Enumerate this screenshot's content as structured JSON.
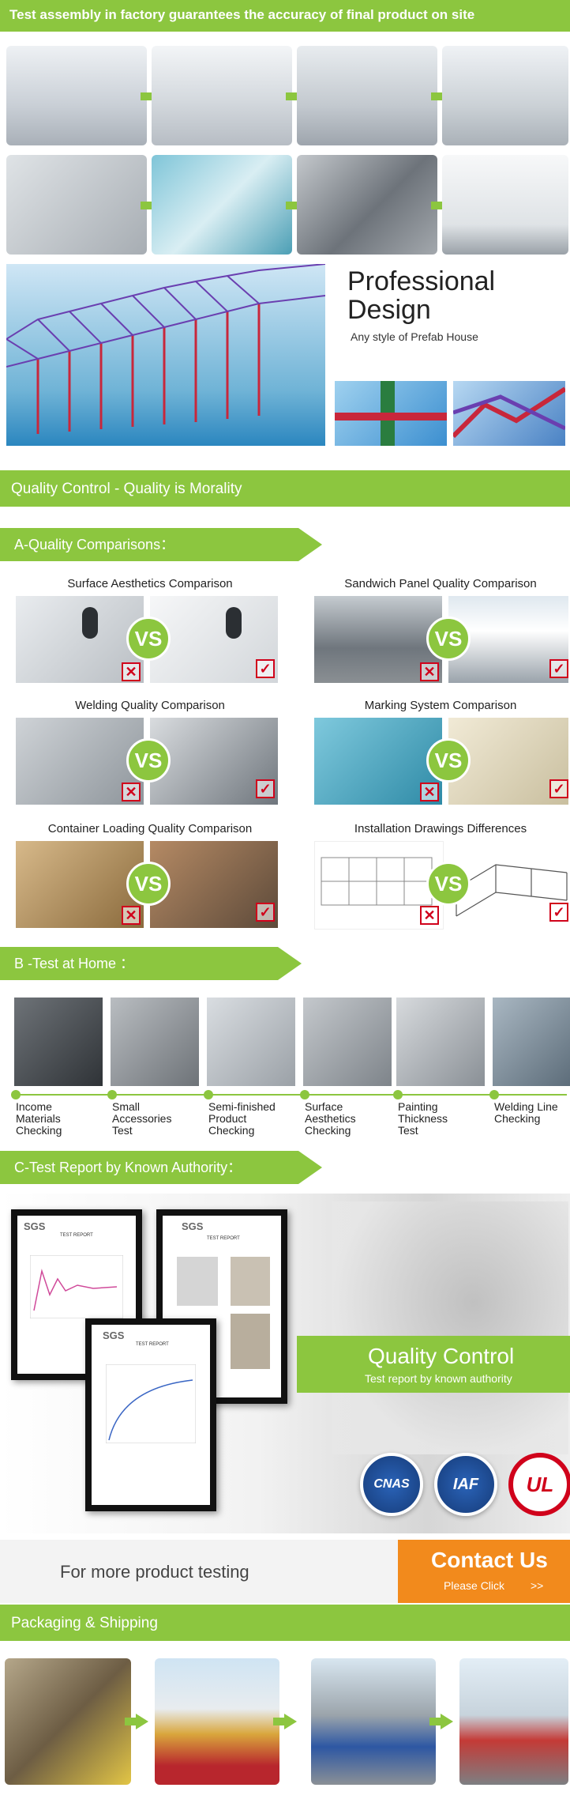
{
  "top_header": {
    "title": "Test assembly in factory guarantees the accuracy of final product on site"
  },
  "design": {
    "title_line1": "Professional",
    "title_line2": "Design",
    "subtitle": "Any style of Prefab House"
  },
  "quality_bar": {
    "title": "Quality Control - Quality is Morality"
  },
  "section_a": {
    "title": "A-Quality Comparisons："
  },
  "comparisons": [
    {
      "title": "Surface Aesthetics Comparison"
    },
    {
      "title": "Sandwich Panel Quality Comparison"
    },
    {
      "title": "Welding Quality Comparison"
    },
    {
      "title": "Marking System Comparison"
    },
    {
      "title": "Container Loading Quality Comparison"
    },
    {
      "title": "Installation Drawings Differences"
    }
  ],
  "vs_label": "VS",
  "x_glyph": "✕",
  "check_glyph": "✓",
  "section_b": {
    "title": "B -Test at Home  ："
  },
  "home_tests": [
    {
      "line1": "Income",
      "line2": "Materials",
      "line3": "Checking"
    },
    {
      "line1": "Small",
      "line2": "Accessories",
      "line3": "Test"
    },
    {
      "line1": "Semi-finished",
      "line2": "Product",
      "line3": "Checking"
    },
    {
      "line1": "Surface",
      "line2": "Aesthetics",
      "line3": "Checking"
    },
    {
      "line1": "Painting",
      "line2": "Thickness",
      "line3": "Test"
    },
    {
      "line1": "Welding Line",
      "line2": "Checking",
      "line3": ""
    }
  ],
  "section_c": {
    "title": "C-Test Report by Known Authority："
  },
  "reports": {
    "brand": "SGS",
    "heading": "TEST REPORT"
  },
  "qc_panel": {
    "title": "Quality Control",
    "subtitle": "Test report by known authority"
  },
  "badges": [
    {
      "label": "CNAS"
    },
    {
      "label": "IAF"
    },
    {
      "label": "UL"
    }
  ],
  "contact": {
    "more_prefix": "For ",
    "more_text": "more product testing",
    "button_title": "Contact Us",
    "button_sub": "Please Click",
    "button_arrow": ">>"
  },
  "packaging": {
    "title": "Packaging & Shipping"
  },
  "colors": {
    "accent": "#8cc63f",
    "contact_orange": "#f28a1c",
    "x_red": "#d0021b"
  }
}
